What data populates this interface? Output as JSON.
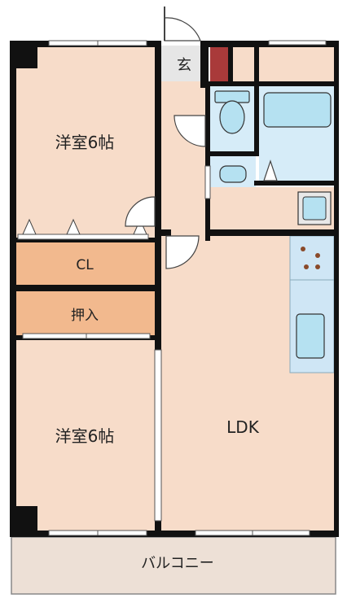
{
  "rooms": {
    "western_room_upper": "洋室6帖",
    "western_room_lower": "洋室6帖",
    "closet": "CL",
    "oshiire": "押入",
    "ldk": "LDK",
    "balcony": "バルコニー",
    "entrance": "玄"
  },
  "colors": {
    "room_floor": "#f7dcc9",
    "storage_floor": "#f2b98e",
    "wet_area": "#d6ecf8",
    "fixture": "#b5e1f1",
    "wall": "#111111",
    "entrance_floor": "#e6e6e6",
    "accent_red": "#a93a3a",
    "balcony_floor": "#ede0d6",
    "sink_counter": "#cfe6f5"
  }
}
